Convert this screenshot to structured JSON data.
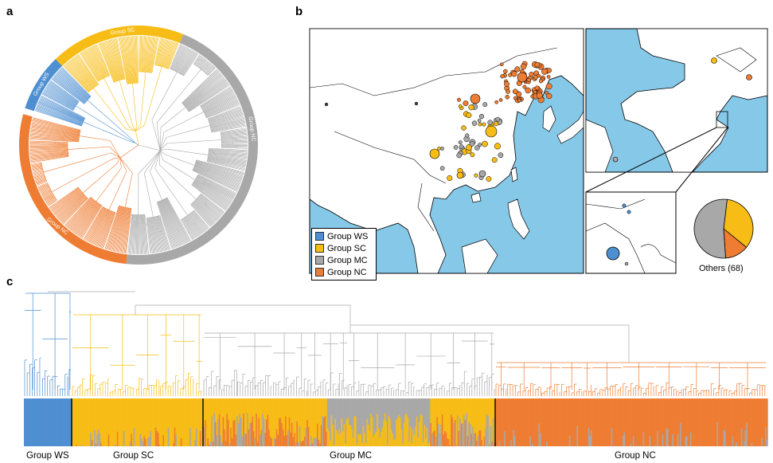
{
  "panels": {
    "a": "a",
    "b": "b",
    "c": "c"
  },
  "colors": {
    "WS": "#4e8fd1",
    "SC": "#f7bd16",
    "MC": "#a8a8a8",
    "NC": "#ee7d33",
    "sea": "#86c8e8",
    "land": "#ffffff"
  },
  "circular_tree": {
    "groups": [
      {
        "key": "WS",
        "label": "Group WS"
      },
      {
        "key": "SC",
        "label": "Group SC"
      },
      {
        "key": "MC",
        "label": "Group MC"
      },
      {
        "key": "NC",
        "label": "Group NC"
      }
    ],
    "ring_labels": [
      "Group WS",
      "Group SC",
      "Group NC",
      "Group NC"
    ]
  },
  "map_legend": [
    {
      "key": "WS",
      "label": "Group WS"
    },
    {
      "key": "SC",
      "label": "Group SC"
    },
    {
      "key": "MC",
      "label": "Group MC"
    },
    {
      "key": "NC",
      "label": "Group NC"
    }
  ],
  "others_pie": {
    "label": "Others (68)",
    "slices": [
      {
        "key": "SC",
        "fraction": 0.34
      },
      {
        "key": "NC",
        "fraction": 0.13
      },
      {
        "key": "MC",
        "fraction": 0.53
      }
    ]
  },
  "linear_tree": {
    "group_labels": [
      {
        "key": "WS",
        "label": "Group WS"
      },
      {
        "key": "SC",
        "label": "Group SC"
      },
      {
        "key": "MC",
        "label": "Group MC"
      },
      {
        "key": "NC",
        "label": "Group NC"
      }
    ]
  }
}
